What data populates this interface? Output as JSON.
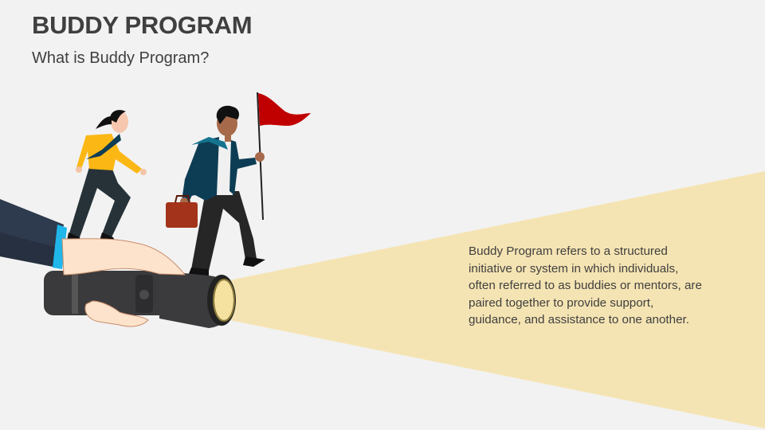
{
  "slide": {
    "title": "BUDDY PROGRAM",
    "subtitle": "What is Buddy Program?",
    "description": "Buddy Program refers to a structured initiative or system in which individuals, often referred to as buddies or mentors, are paired together to provide support, guidance, and assistance to one another."
  },
  "illustration": {
    "elements": [
      "hand-holding-flashlight",
      "woman-running",
      "man-with-flag-and-briefcase",
      "light-beam"
    ]
  },
  "colors": {
    "background": "#f2f2f2",
    "text": "#3f3f3f",
    "beam": "#f5e4b3",
    "flag": "#c00000",
    "woman_shirt": "#fbb713",
    "man_jacket": "#0d3d54",
    "briefcase": "#a3331a"
  }
}
